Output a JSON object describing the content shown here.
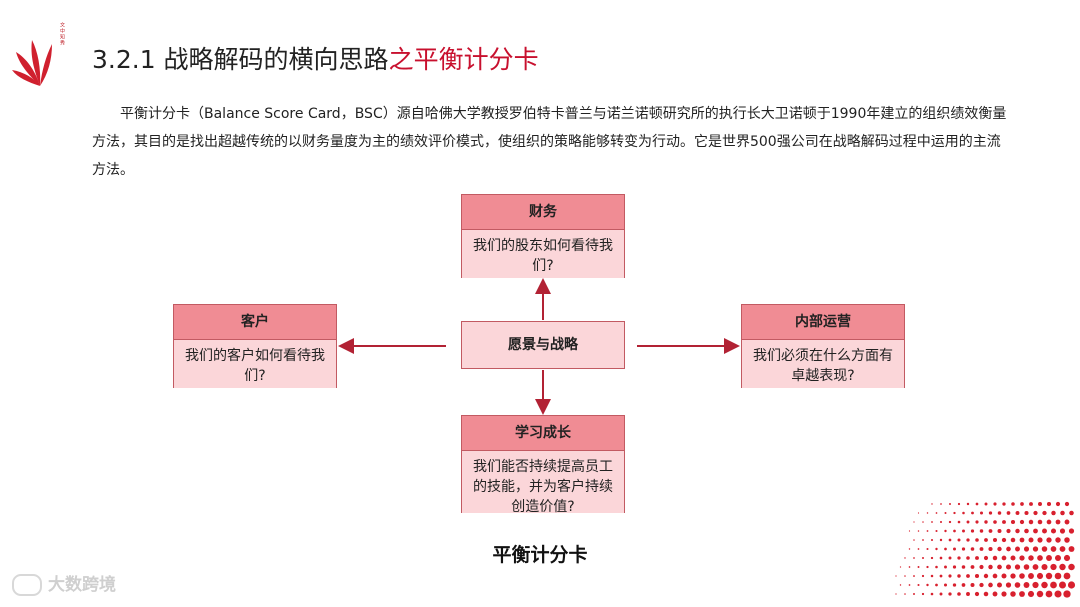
{
  "logo": {
    "tagline": "文中知秀"
  },
  "title": {
    "main": "3.2.1 战略解码的横向思路",
    "highlight": "之平衡计分卡"
  },
  "intro": "平衡计分卡（Balance Score Card，BSC）源自哈佛大学教授罗伯特卡普兰与诺兰诺顿研究所的执行长大卫诺顿于1990年建立的组织绩效衡量方法，其目的是找出超越传统的以财务量度为主的绩效评价模式，使组织的策略能够转变为行动。它是世界500强公司在战略解码过程中运用的主流方法。",
  "diagram": {
    "center": "愿景与战略",
    "finance": {
      "title": "财务",
      "question": "我们的股东如何看待我们?"
    },
    "customer": {
      "title": "客户",
      "question": "我们的客户如何看待我们?"
    },
    "internal": {
      "title": "内部运营",
      "question": "我们必须在什么方面有卓越表现?"
    },
    "learning": {
      "title": "学习成长",
      "question": "我们能否持续提高员工的技能，并为客户持续创造价值?"
    },
    "caption": "平衡计分卡"
  },
  "watermark": "大数跨境",
  "colors": {
    "accent": "#c8102e",
    "box_head": "#f08c94",
    "box_body": "#fbd6d9",
    "arrow": "#b22234"
  }
}
